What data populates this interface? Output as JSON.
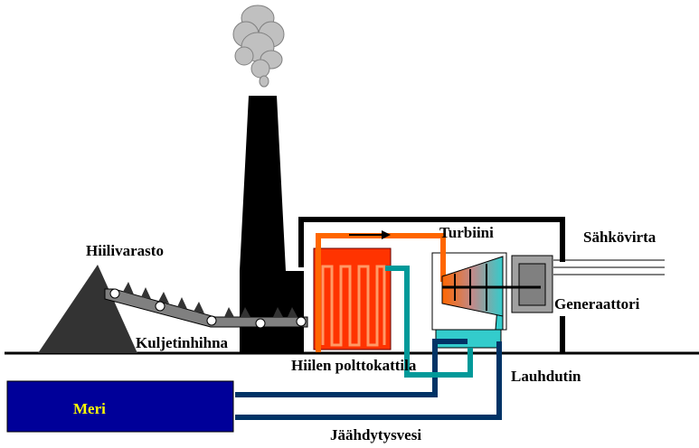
{
  "labels": {
    "coal_storage": "Hiilivarasto",
    "conveyor": "Kuljetinhihna",
    "boiler": "Hiilen polttokattila",
    "turbine": "Turbiini",
    "generator": "Generaattori",
    "electricity": "Sähkövirta",
    "condenser": "Lauhdutin",
    "cooling_water": "Jäähdytysvesi",
    "sea": "Meri"
  },
  "colors": {
    "sea_fill": "#000099",
    "sea_text": "#ffff00",
    "boiler": "#ff3300",
    "steam_pipe": "#ff6600",
    "feedwater_pipe": "#009999",
    "cooling_pipe": "#003366",
    "condenser": "#33cccc",
    "chimney": "#000000",
    "coal_pile": "#333333",
    "smoke": "#c0c0c0",
    "conveyor_belt": "#808080",
    "generator": "#a0a0a0"
  }
}
